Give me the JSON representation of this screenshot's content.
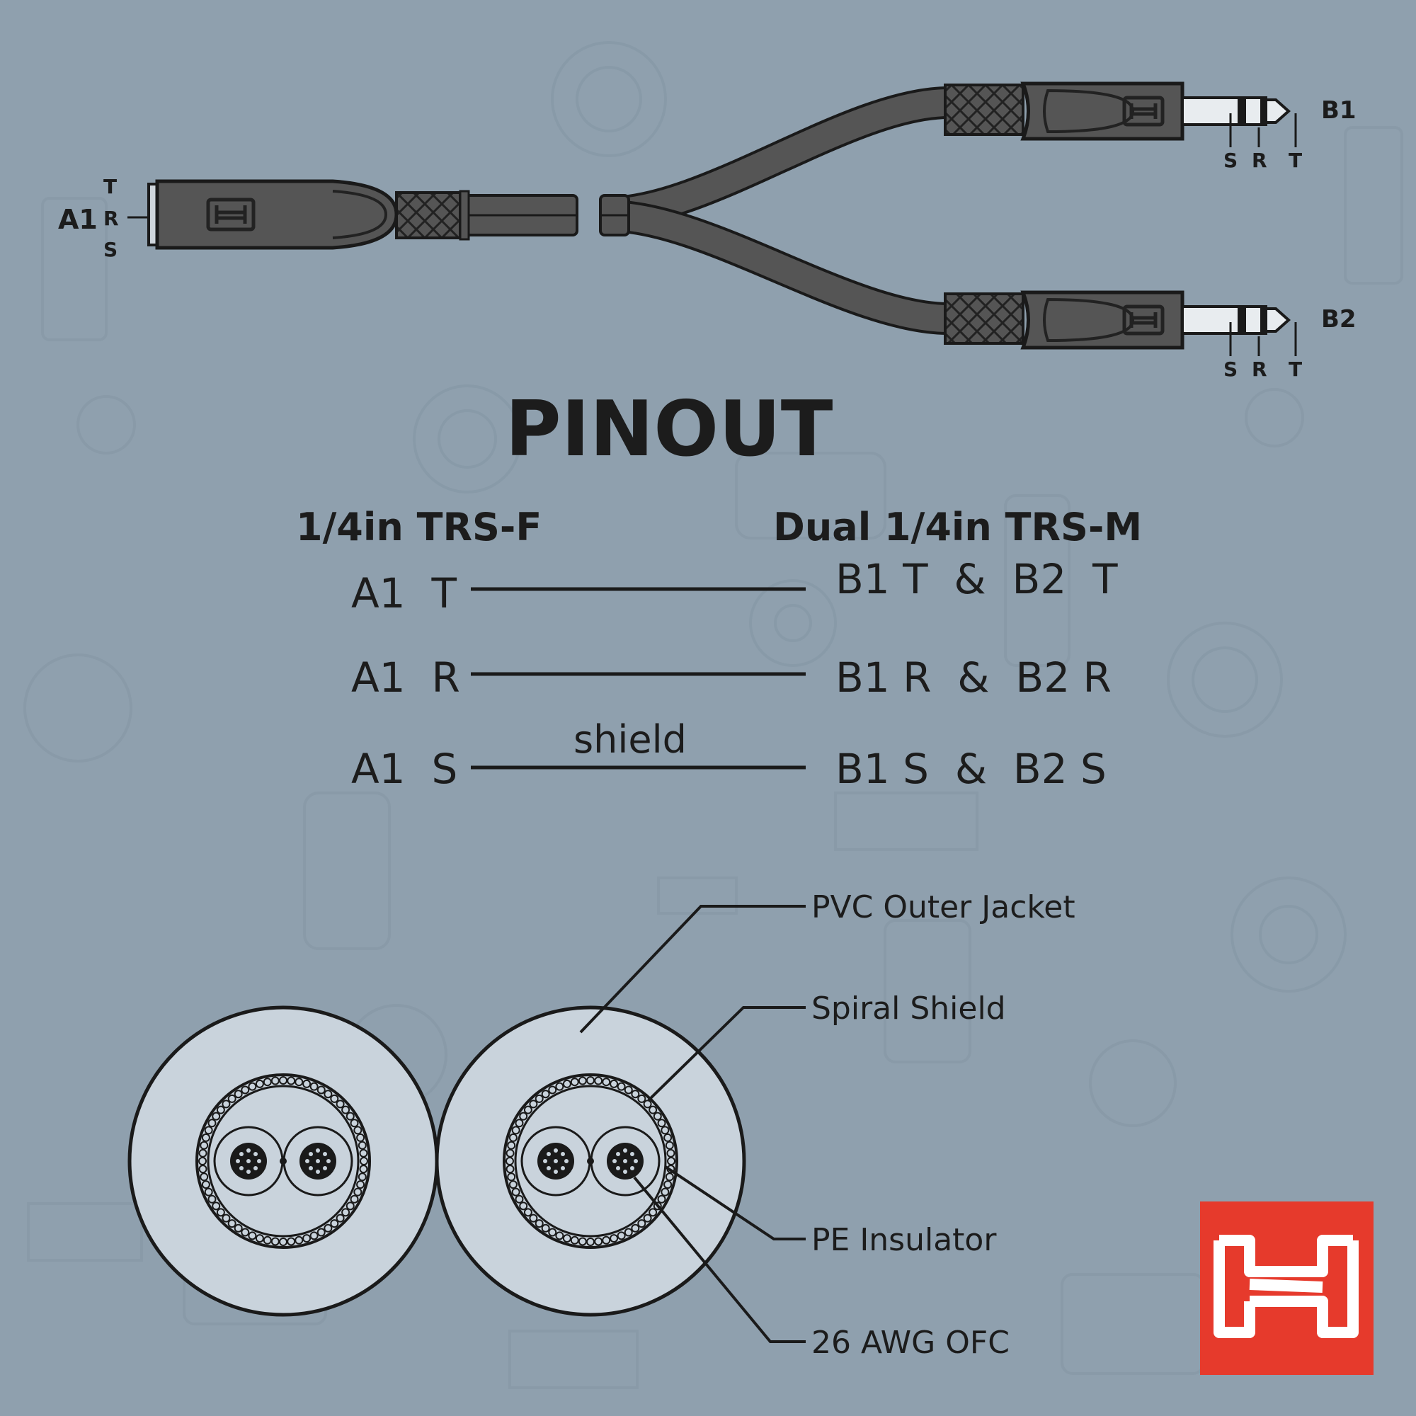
{
  "cable": {
    "jack_label": "A1",
    "jack_pins": [
      "T",
      "R",
      "S"
    ],
    "plug1_label": "B1",
    "plug2_label": "B2",
    "plug_pins": [
      "S",
      "R",
      "T"
    ]
  },
  "pinout": {
    "title": "PINOUT",
    "left_header": "1/4in TRS-F",
    "right_header": "Dual 1/4in TRS-M",
    "rows": [
      {
        "left": "A1  T",
        "right": "B1 T  &  B2  T",
        "wire_label": ""
      },
      {
        "left": "A1  R",
        "right": "B1 R  &  B2 R",
        "wire_label": ""
      },
      {
        "left": "A1  S",
        "right": "B1 S  &  B2 S",
        "wire_label": "shield"
      }
    ]
  },
  "cross_section": {
    "callouts": [
      "PVC Outer Jacket",
      "Spiral Shield",
      "PE Insulator",
      "26 AWG OFC"
    ]
  },
  "colors": {
    "background": "#8fa0ae",
    "cable": "#545454",
    "ink": "#1c1c1c",
    "brand_red": "#e63a2c",
    "section_fill": "#c9d3dc"
  },
  "icons": [
    "brand-h-logo",
    "connector-pattern"
  ]
}
